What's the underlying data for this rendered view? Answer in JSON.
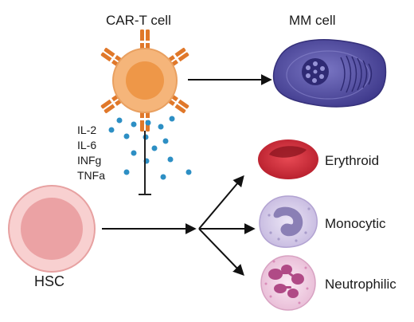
{
  "labels": {
    "car_t": "CAR-T cell",
    "mm": "MM cell",
    "hsc": "HSC",
    "erythroid": "Erythroid",
    "monocytic": "Monocytic",
    "neutrophilic": "Neutrophilic"
  },
  "cytokines": [
    "IL-2",
    "IL-6",
    "INFg",
    "TNFa"
  ],
  "colors": {
    "cart_body": "#f5b57a",
    "cart_nucleus": "#ee9748",
    "receptor": "#e0782a",
    "cytokine_dot": "#2d8fc4",
    "mm_cell": "#5a55a8",
    "hsc": "#f4b5b5",
    "erythroid": "#cf2d3a",
    "monocyte": "#c8bce0",
    "neutrophil": "#eec7e0",
    "arrow": "#111111"
  }
}
